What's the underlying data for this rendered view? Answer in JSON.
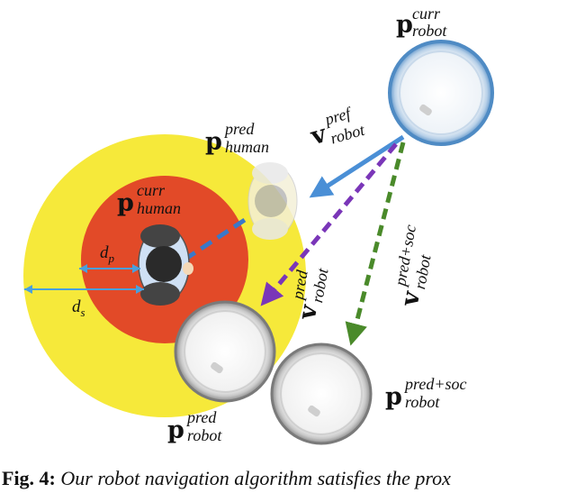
{
  "labels": {
    "robot_curr": {
      "main": "p",
      "sup": "curr",
      "sub": "robot"
    },
    "human_pred": {
      "main": "p",
      "sup": "pred",
      "sub": "human"
    },
    "human_curr": {
      "main": "p",
      "sup": "curr",
      "sub": "human"
    },
    "v_pref": {
      "main": "v",
      "sup": "pref",
      "sub": "robot"
    },
    "v_pred": {
      "main": "v",
      "sup": "pred",
      "sub": "robot"
    },
    "v_predsoc": {
      "main": "v",
      "sup": "pred+soc",
      "sub": "robot"
    },
    "robot_pred": {
      "main": "p",
      "sup": "pred",
      "sub": "robot"
    },
    "robot_predsoc": {
      "main": "p",
      "sup": "pred+soc",
      "sub": "robot"
    },
    "d_p": {
      "main": "d",
      "sub": "p"
    },
    "d_s": {
      "main": "d",
      "sub": "s"
    }
  },
  "caption": {
    "fig": "Fig. 4:",
    "text": "Our robot navigation algorithm satisfies the prox"
  },
  "colors": {
    "social_zone": "#f6e93a",
    "personal_zone": "#e24a28",
    "arrow_pref": "#4a8fd6",
    "arrow_pred": "#7a36b8",
    "arrow_predsoc": "#4a8a2a",
    "human_link": "#3a78c8"
  }
}
